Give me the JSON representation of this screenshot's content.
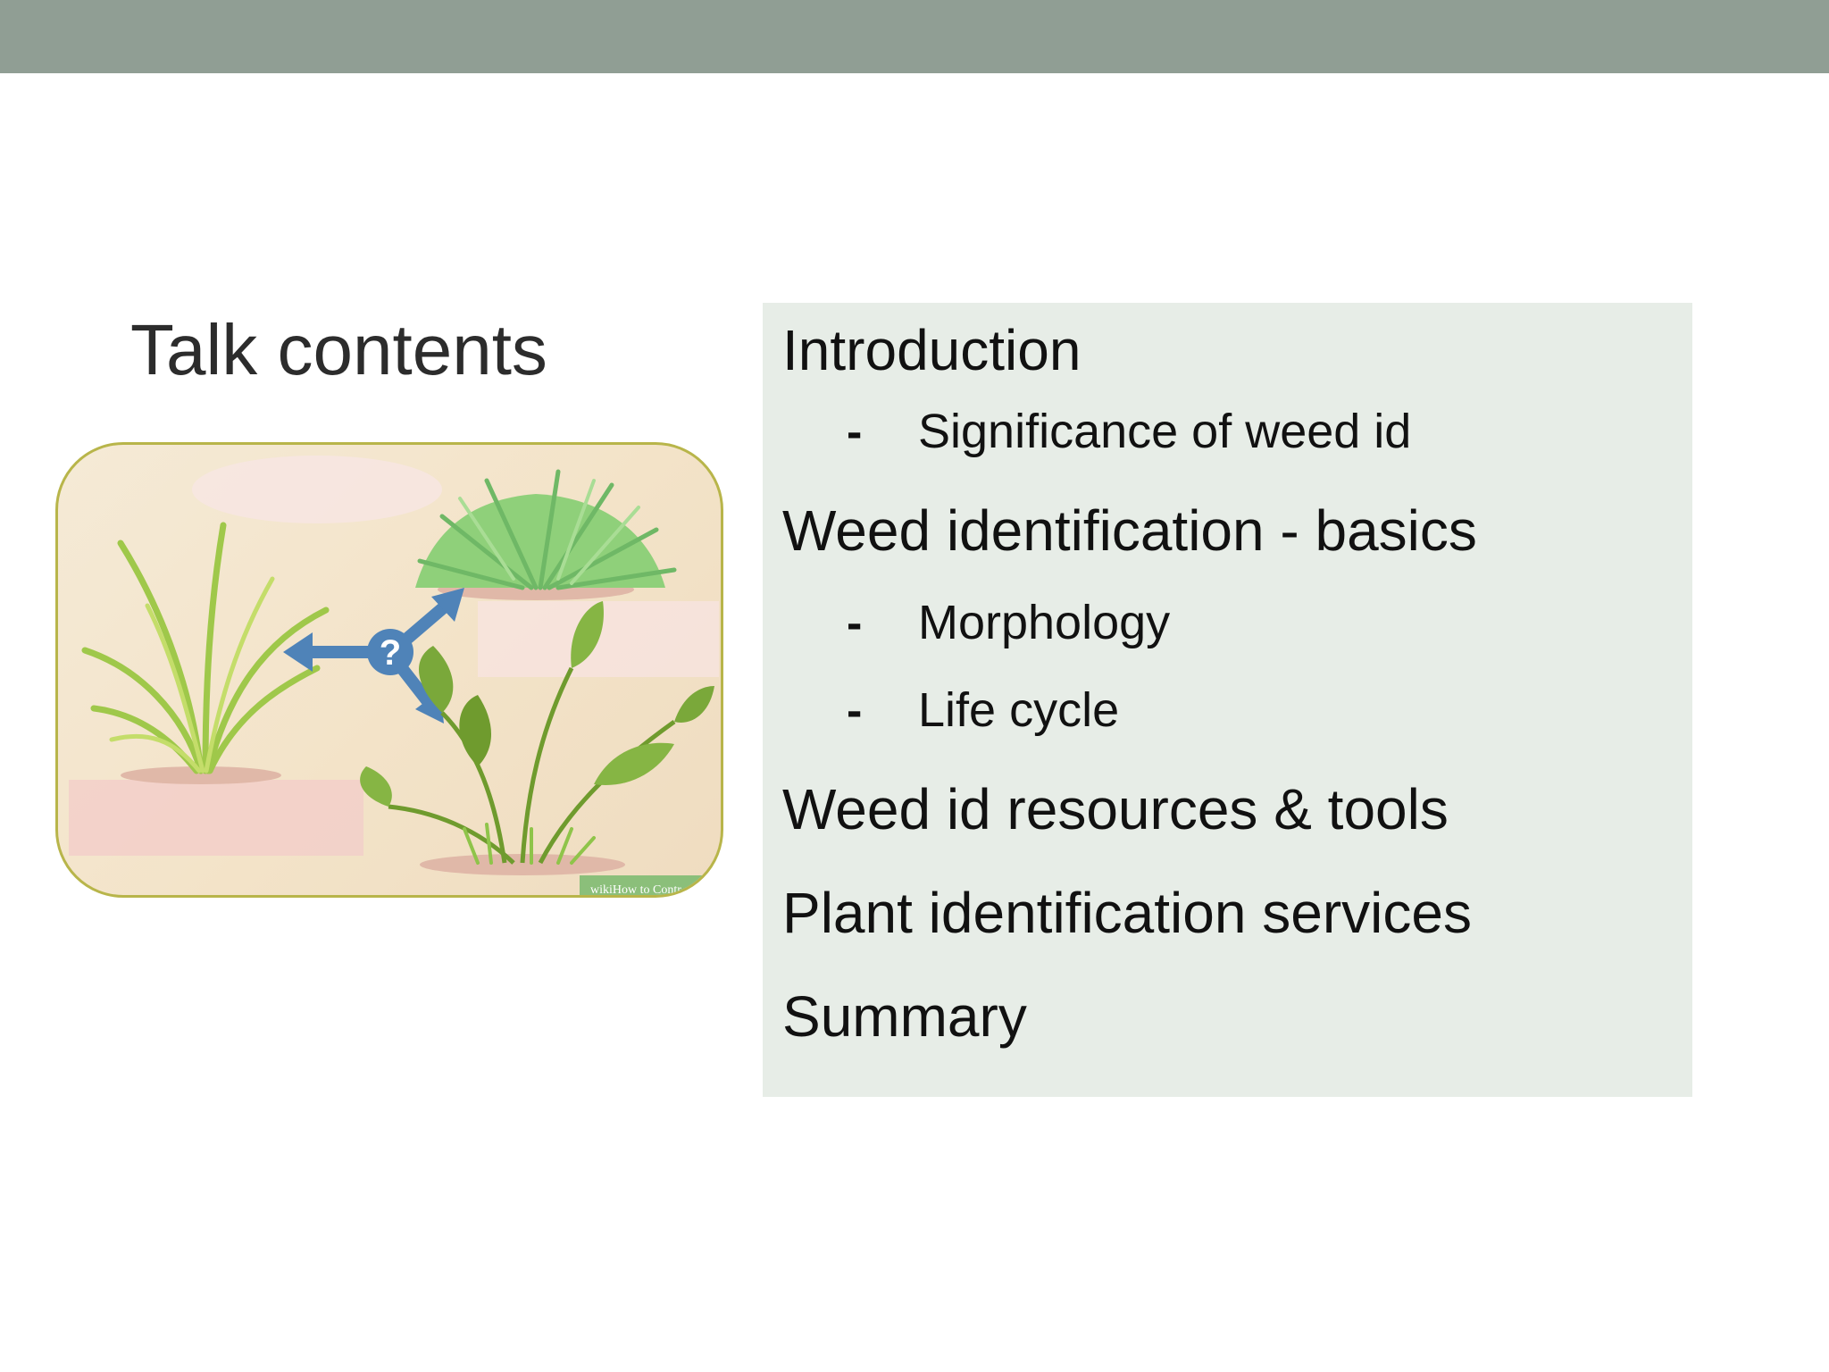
{
  "slide": {
    "title": "Talk contents",
    "watermark": "wikiHow to Contr",
    "contents": [
      {
        "label": "Introduction"
      },
      {
        "dash": "-",
        "label": "Significance of weed id"
      },
      {
        "label": "Weed identification - basics"
      },
      {
        "dash": "-",
        "label": "Morphology"
      },
      {
        "dash": "-",
        "label": "Life cycle"
      },
      {
        "label": "Weed id resources & tools"
      },
      {
        "label": "Plant identification services"
      },
      {
        "label": "Summary"
      }
    ]
  },
  "colors": {
    "top_bar": "#909e94",
    "contents_background": "#e7ede7",
    "arrow": "#4f83b8"
  },
  "icons": [
    "question-arrows-icon",
    "grass-plant-icon",
    "bush-plant-icon",
    "leafy-plant-icon"
  ]
}
